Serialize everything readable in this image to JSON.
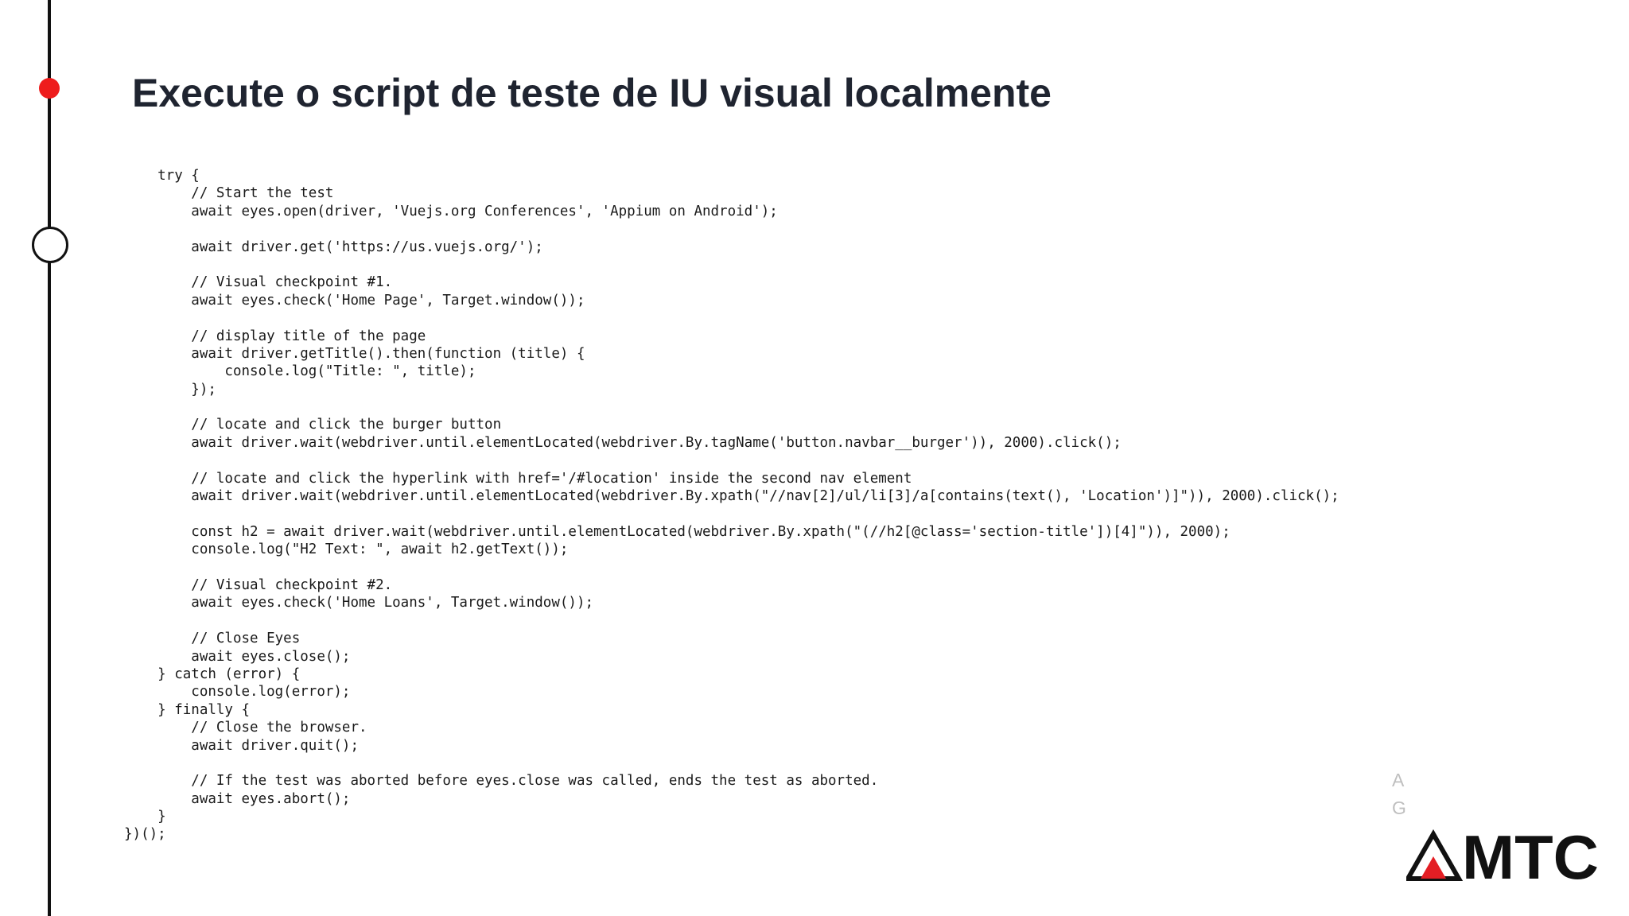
{
  "slide": {
    "title": "Execute o script de teste de IU visual localmente"
  },
  "code_lines": [
    "    try {",
    "        // Start the test",
    "        await eyes.open(driver, 'Vuejs.org Conferences', 'Appium on Android');",
    "",
    "        await driver.get('https://us.vuejs.org/');",
    "",
    "        // Visual checkpoint #1.",
    "        await eyes.check('Home Page', Target.window());",
    "",
    "        // display title of the page",
    "        await driver.getTitle().then(function (title) {",
    "            console.log(\"Title: \", title);",
    "        });",
    "",
    "        // locate and click the burger button",
    "        await driver.wait(webdriver.until.elementLocated(webdriver.By.tagName('button.navbar__burger')), 2000).click();",
    "",
    "        // locate and click the hyperlink with href='/#location' inside the second nav element",
    "        await driver.wait(webdriver.until.elementLocated(webdriver.By.xpath(\"//nav[2]/ul/li[3]/a[contains(text(), 'Location')]\")), 2000).click();",
    "",
    "        const h2 = await driver.wait(webdriver.until.elementLocated(webdriver.By.xpath(\"(//h2[@class='section-title'])[4]\")), 2000);",
    "        console.log(\"H2 Text: \", await h2.getText());",
    "",
    "        // Visual checkpoint #2.",
    "        await eyes.check('Home Loans', Target.window());",
    "",
    "        // Close Eyes",
    "        await eyes.close();",
    "    } catch (error) {",
    "        console.log(error);",
    "    } finally {",
    "        // Close the browser.",
    "        await driver.quit();",
    "",
    "        // If the test was aborted before eyes.close was called, ends the test as aborted.",
    "        await eyes.abort();",
    "    }",
    "})();"
  ],
  "faint_letters": [
    "A",
    "G"
  ],
  "logo": {
    "text": "MTC",
    "accent_color": "#e31e24",
    "mark_color": "#111111"
  },
  "timeline": {
    "active_color": "#ee1c1c",
    "line_color": "#111111"
  }
}
